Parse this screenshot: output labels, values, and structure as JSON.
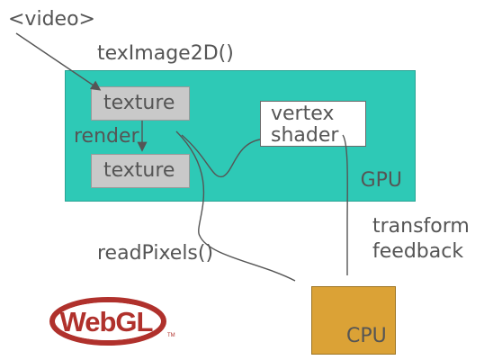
{
  "labels": {
    "video": "<video>",
    "teximage": "texImage2D()",
    "render": "render",
    "readpixels": "readPixels()",
    "transform_line1": "transform",
    "transform_line2": "feedback"
  },
  "boxes": {
    "texture_top": "texture",
    "texture_bottom": "texture",
    "vertex_line1": "vertex",
    "vertex_line2": "shader",
    "gpu": "GPU",
    "cpu": "CPU"
  },
  "logo": {
    "text": "WebGL",
    "trademark": "TM",
    "color": "#b0312c"
  },
  "colors": {
    "gpu_fill": "#2ec9b6",
    "texture_fill": "#c9c9c9",
    "shader_fill": "#ffffff",
    "cpu_fill": "#dba236",
    "text": "#555555",
    "wire": "#555555"
  }
}
